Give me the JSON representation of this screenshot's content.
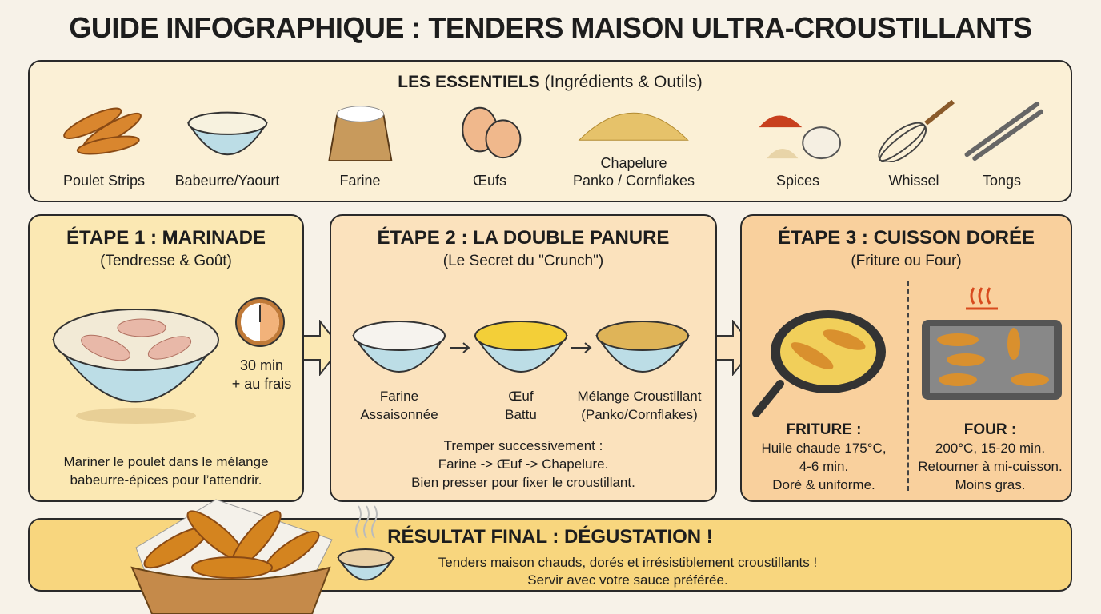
{
  "title": "GUIDE INFOGRAPHIQUE : TENDERS MAISON ULTRA-CROUSTILLANTS",
  "essentials": {
    "heading": "LES ESSENTIELS",
    "sub": "(Ingrédients & Outils)",
    "items": [
      "Poulet Strips",
      "Babeurre/Yaourt",
      "Farine",
      "Œufs",
      "Chapelure\nPanko / Cornflakes",
      "Spices",
      "Whissel",
      "Tongs"
    ]
  },
  "step1": {
    "title": "ÉTAPE 1 : MARINADE",
    "subtitle": "(Tendresse & Goût)",
    "time1": "30 min",
    "time2": "+ au frais",
    "desc1": "Mariner le poulet dans le mélange",
    "desc2": "babeurre-épices pour l’attendrir."
  },
  "step2": {
    "title": "ÉTAPE 2 : LA DOUBLE PANURE",
    "subtitle": "(Le Secret du \"Crunch\")",
    "bowls": [
      [
        "Farine",
        "Assaisonnée"
      ],
      [
        "Œuf",
        "Battu"
      ],
      [
        "Mélange Croustillant",
        "(Panko/Cornflakes)"
      ]
    ],
    "desc": [
      "Tremper successivement :",
      "Farine -> Œuf -> Chapelure.",
      "Bien presser pour fixer le croustillant."
    ]
  },
  "step3": {
    "title": "ÉTAPE 3 : CUISSON DORÉE",
    "subtitle": "(Friture ou Four)",
    "fry": {
      "title": "FRITURE :",
      "lines": [
        "Huile chaude 175°C,",
        "4-6 min.",
        "Doré & uniforme."
      ]
    },
    "oven": {
      "title": "FOUR :",
      "lines": [
        "200°C, 15-20 min.",
        "Retourner à mi-cuisson.",
        "Moins gras."
      ]
    }
  },
  "final": {
    "title": "RÉSULTAT FINAL : DÉGUSTATION !",
    "line1": "Tenders maison chauds, dorés et irrésistiblement croustillants !",
    "line2": "Servir avec votre sauce préférée."
  },
  "colors": {
    "background": "#f7f2e8",
    "step1": "#fbe8b3",
    "step2": "#fbe2bd",
    "step3": "#f9d09d",
    "final": "#f8d67e",
    "bowl": "#bcdde6",
    "golden": "#d9902e"
  }
}
